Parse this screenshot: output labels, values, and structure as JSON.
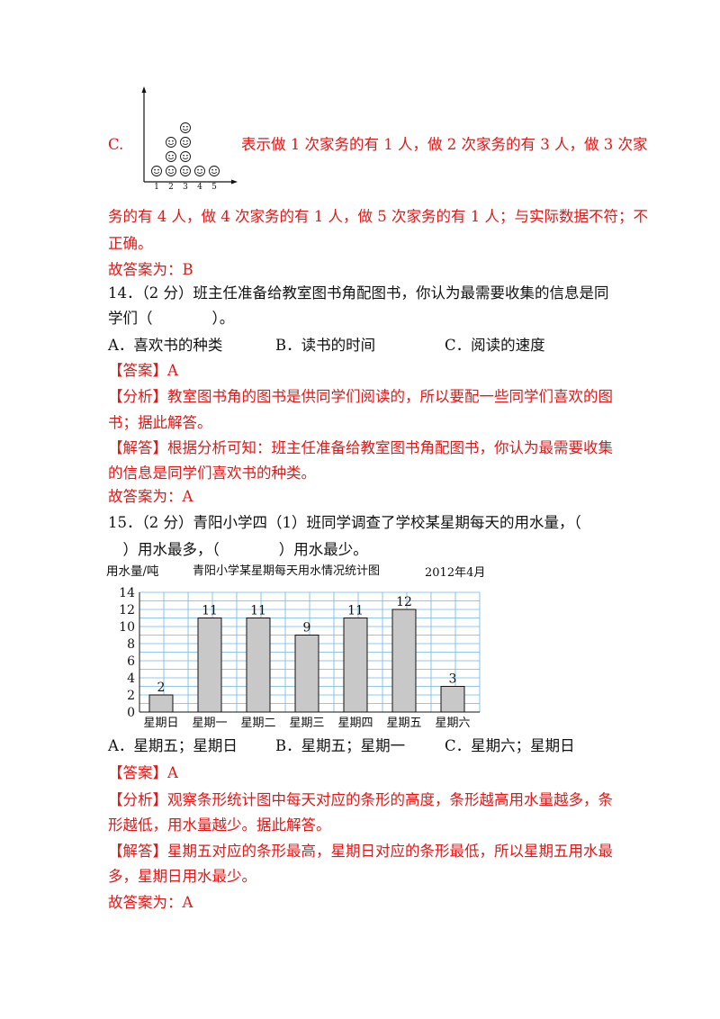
{
  "option_c": {
    "label": "C.",
    "text_line1": "表示做 1 次家务的有 1 人，做 2 次家务的有 3 人，做 3 次家",
    "text_line2": "务的有 4 人，做 4 次家务的有 1 人，做 5 次家务的有 1 人；与实际数据不符；不",
    "text_line3": "正确。",
    "pictograph": {
      "x_ticks": [
        "1",
        "2",
        "3",
        "4",
        "5"
      ],
      "counts": [
        1,
        3,
        4,
        1,
        1
      ],
      "symbol": "smiley-icon"
    }
  },
  "q13_conclusion": "故答案为：B",
  "q14": {
    "stem_line1": "14．（2 分）班主任准备给教室图书角配图书，你认为最需要收集的信息是同",
    "stem_line2": "学们（　　　　）。",
    "options": [
      "A．喜欢书的种类",
      "B．读书的时间",
      "C．阅读的速度"
    ],
    "answer": "【答案】A",
    "analysis_line1": "【分析】教室图书角的图书是供同学们阅读的，所以要配一些同学们喜欢的图",
    "analysis_line2": "书；据此解答。",
    "solution_line1": "【解答】根据分析可知：班主任准备给教室图书角配图书，你认为最需要收集",
    "solution_line2": "的信息是同学们喜欢书的种类。",
    "conclusion": "故答案为：A"
  },
  "q15": {
    "stem_line1": "15．（2 分）青阳小学四（1）班同学调查了学校某星期每天的用水量，（",
    "stem_line2": "　）用水最多，（　　　　）用水最少。",
    "options": [
      "A．星期五；星期日",
      "B．星期五；星期一",
      "C．星期六；星期日"
    ],
    "answer": "【答案】A",
    "analysis_line1": "【分析】观察条形统计图中每天对应的条形的高度，条形越高用水量越多，条",
    "analysis_line2": "形越低，用水量越少。据此解答。",
    "solution_line1": "【解答】星期五对应的条形最高，星期日对应的条形最低，所以星期五用水最",
    "solution_line2": "多，星期日用水最少。",
    "conclusion": "故答案为：A"
  },
  "colors": {
    "answer_red": "#e11818",
    "bar_fill": "#c8c8c8",
    "grid": "#6fb7e0"
  },
  "chart_data": {
    "type": "bar",
    "title": "青阳小学某星期每天用水情况统计图",
    "subtitle": "2012年4月",
    "ylabel": "用水量/吨",
    "xlabel": "",
    "categories": [
      "星期日",
      "星期一",
      "星期二",
      "星期三",
      "星期四",
      "星期五",
      "星期六"
    ],
    "values": [
      2,
      11,
      11,
      9,
      11,
      12,
      3
    ],
    "ylim": [
      0,
      14
    ],
    "yticks": [
      0,
      2,
      4,
      6,
      8,
      10,
      12,
      14
    ],
    "grid": true
  }
}
